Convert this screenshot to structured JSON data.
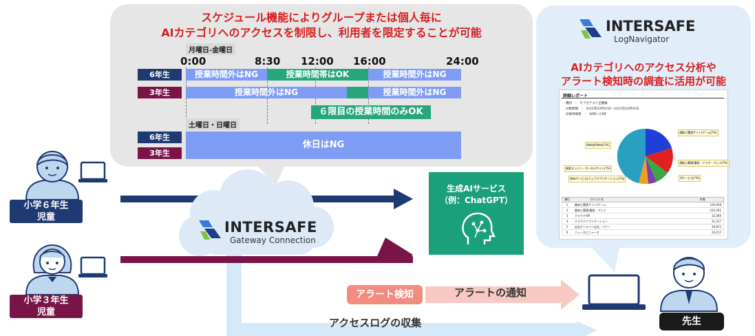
{
  "schedule": {
    "title_line1": "スケジュール機能によりグループまたは個人毎に",
    "title_line2": "AIカテゴリへのアクセスを制限し、利用者を限定することが可能",
    "weekday_label": "月曜日-金曜日",
    "weekend_label": "土曜日・日曜日",
    "times": [
      "0:00",
      "8:30",
      "12:00",
      "16:00",
      "24:00"
    ],
    "grade6": "6年生",
    "grade3": "3年生",
    "row6": {
      "seg1": "授業時間外はNG",
      "seg2": "授業時間帯はOK",
      "seg3": "授業時間外はNG"
    },
    "row3": {
      "seg1": "授業時間外はNG",
      "seg3": "授業時間外はNG"
    },
    "sixth_period_note": "６限目の授業時間のみOK",
    "holiday": "休日はNG"
  },
  "gateway": {
    "brand": "INTERSAFE",
    "product": "Gateway Connection"
  },
  "ai_service": {
    "line1": "生成AIサービス",
    "line2": "（例：ChatGPT）"
  },
  "lognavigator": {
    "brand": "INTERSAFE",
    "product": "LogNavigator",
    "caption_line1": "AIカテゴリへのアクセス分析や",
    "caption_line2": "アラート検知時の調査に活用が可能",
    "report_title": "詳細レポート",
    "report_rows": [
      {
        "k": "種別",
        "v": "サブカテゴリ全種集"
      },
      {
        "k": "対象期間",
        "v": "2022年03月02日～2022年04月01日"
      },
      {
        "k": "対象時間帯",
        "v": "00時～23時"
      }
    ],
    "pie_labels": [
      "Web所(Web)[?%]",
      "検索エンジン・ポータルサイト(?%)",
      "Webサービス(ウェブアプリケーション[?%]",
      "通販と関連サイト(ゲーム[?%]",
      "通販と関連(番組・ドラマ・アニメ[?%]",
      "Qサービス[?%]"
    ],
    "table_headers": [
      "順位",
      "カテゴリ名",
      "件数"
    ],
    "table_rows": [
      {
        "rank": "1",
        "name": "趣味と関連サイト(ゲーム",
        "count": "104,938"
      },
      {
        "rank": "2",
        "name": "趣味と関連(番組・アニメ",
        "count": "103,201"
      },
      {
        "rank": "3",
        "name": "クラウドAPI",
        "count": "32,066"
      },
      {
        "rank": "4",
        "name": "クラウドアプリケーション",
        "count": "31,217"
      },
      {
        "rank": "5",
        "name": "広告オンライン広告・バナー",
        "count": "29,872"
      },
      {
        "rank": "6",
        "name": "ニュースとニュース",
        "count": "20,217"
      }
    ]
  },
  "people": {
    "student6_line1": "小学６年生",
    "student6_line2": "児童",
    "student3_line1": "小学３年生",
    "student3_line2": "児童",
    "teacher": "先生"
  },
  "flows": {
    "alert_detect": "アラート検知",
    "alert_notify": "アラートの通知",
    "log_collect": "アクセスログの収集"
  }
}
